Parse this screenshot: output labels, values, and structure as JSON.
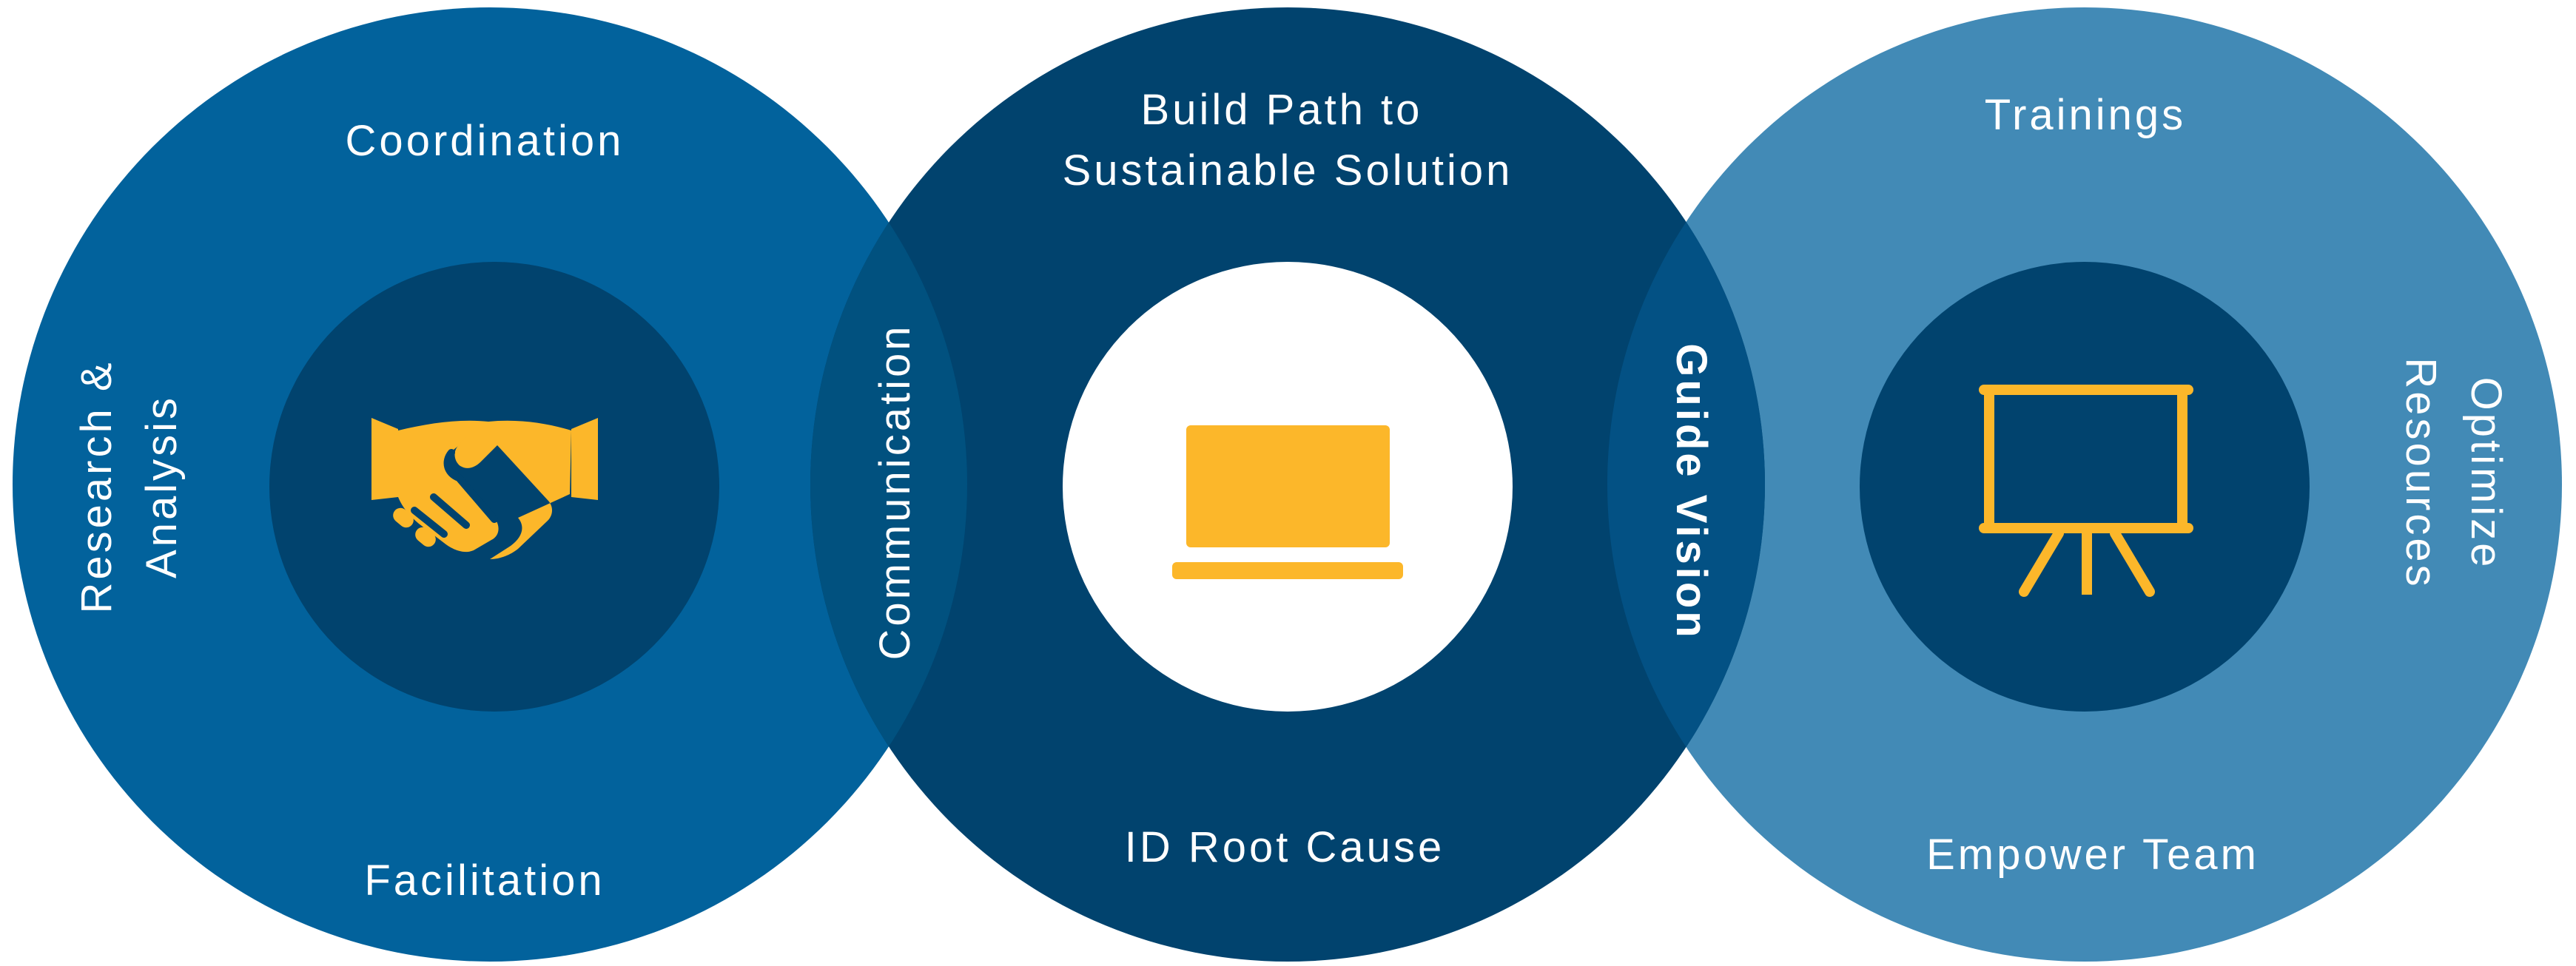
{
  "colors": {
    "background": "#ffffff",
    "left_circle": "#02629c",
    "center_circle": "#01436e",
    "right_circle": "#428ab6",
    "overlap_left": "#01517f",
    "overlap_right": "#035184",
    "inner_dark": "#01436e",
    "inner_light": "#ffffff",
    "icon_gold": "#fcb72a",
    "text": "#ffffff"
  },
  "left": {
    "icon": "handshake-icon",
    "top_label": "Coordination",
    "bottom_label": "Facilitation",
    "side_label_line1": "Research &",
    "side_label_line2": "Analysis"
  },
  "center": {
    "icon": "laptop-icon",
    "top_label_line1": "Build Path to",
    "top_label_line2": "Sustainable Solution",
    "bottom_label": "ID Root Cause"
  },
  "right": {
    "icon": "presentation-board-icon",
    "top_label": "Trainings",
    "bottom_label": "Empower Team",
    "side_label_line1": "Optimize",
    "side_label_line2": "Resources"
  },
  "overlaps": {
    "left_center": "Communication",
    "center_right": "Guide Vision"
  }
}
